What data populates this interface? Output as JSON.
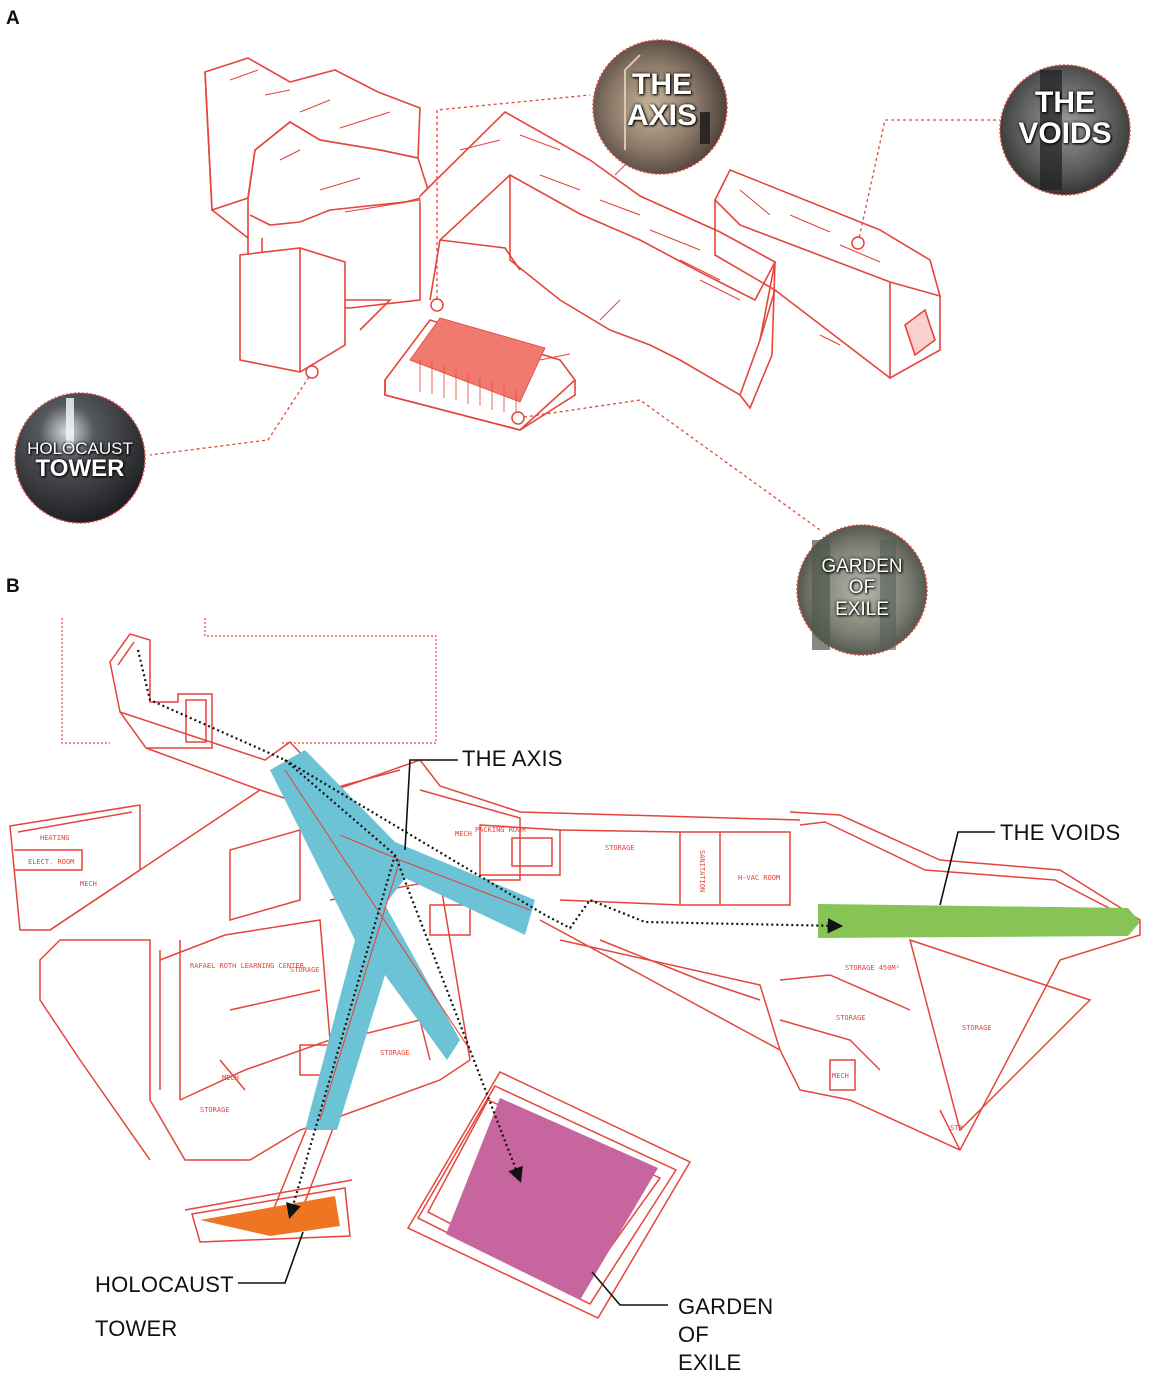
{
  "panels": {
    "a_letter": "A",
    "b_letter": "B"
  },
  "photo_callouts": {
    "axis": [
      "THE",
      "AXIS"
    ],
    "voids": [
      "THE",
      "VOIDS"
    ],
    "holocaust_tower": [
      "HOLOCAUST",
      "TOWER"
    ],
    "garden": [
      "GARDEN",
      "OF",
      "EXILE"
    ]
  },
  "plan_labels": {
    "axis": "THE AXIS",
    "voids": "THE VOIDS",
    "holocaust_tower": [
      "HOLOCAUST",
      "TOWER"
    ],
    "garden": [
      "GARDEN",
      "OF",
      "EXILE"
    ]
  },
  "room_labels": {
    "heating": "HEATING",
    "elect_room": "ELECT. ROOM",
    "mech_1": "MECH",
    "mech_2": "MECH",
    "mech_3": "MECH",
    "mech_4": "MECH",
    "packing_room": "PACKING ROOM",
    "storage_1": "STORAGE",
    "storage_2": "STORAGE",
    "storage_3": "STORAGE",
    "storage_4": "STORAGE",
    "storage_5": "STORAGE",
    "storage_6": "STORAGE",
    "storage_450": "STORAGE 450M²",
    "sanitation": "SANITATION",
    "hvac_room": "H-VAC ROOM",
    "learning_center": "RAFAEL ROTH LEARNING CENTER",
    "str": "STR"
  },
  "colors": {
    "line_red": "#e5453a",
    "axis_blue": "#6cc3d5",
    "voids_green": "#86c455",
    "tower_orange": "#ee7623",
    "garden_magenta": "#c7659f"
  }
}
